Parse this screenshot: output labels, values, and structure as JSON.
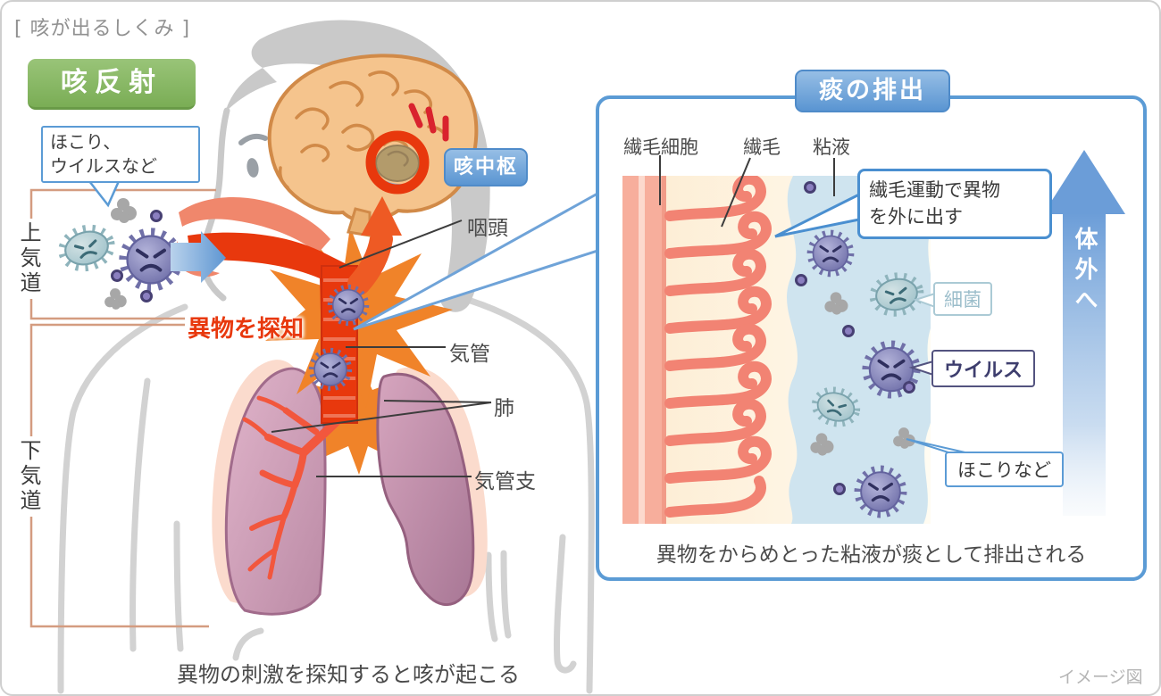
{
  "title": "[ 咳が出るしくみ ]",
  "watermark": "イメージ図",
  "colors": {
    "accent_blue": "#5b9bd5",
    "accent_green": "#7aad55",
    "accent_red": "#e8380d",
    "bracket_salmon": "#d49c80",
    "mucus_blue": "#cfe4ef",
    "cilia_salmon": "#f28373"
  },
  "left_figure": {
    "badge_cough_reflex": "咳反射",
    "bubble_foreign_matter": {
      "line1": "ほこり、",
      "line2": "ウイルスなど"
    },
    "bracket_upper_airway": "上気道",
    "bracket_lower_airway": "下気道",
    "alert_detect": "異物を探知",
    "badge_cough_center": "咳中枢",
    "labels": {
      "pharynx": "咽頭",
      "trachea": "気管",
      "lung": "肺",
      "bronchus": "気管支"
    },
    "caption": "異物の刺激を探知すると咳が起こる"
  },
  "right_panel": {
    "badge_title": "痰の排出",
    "labels": {
      "ciliated_cell": "繊毛細胞",
      "cilia": "繊毛",
      "mucus": "粘液"
    },
    "bubble_cilia_motion": {
      "line1": "繊毛運動で異物",
      "line2": "を外に出す"
    },
    "bubble_bacteria": "細菌",
    "bubble_virus": "ウイルス",
    "bubble_dust": "ほこりなど",
    "arrow_out_of_body": "体外へ",
    "caption": "異物をからめとった粘液が痰として排出される"
  }
}
